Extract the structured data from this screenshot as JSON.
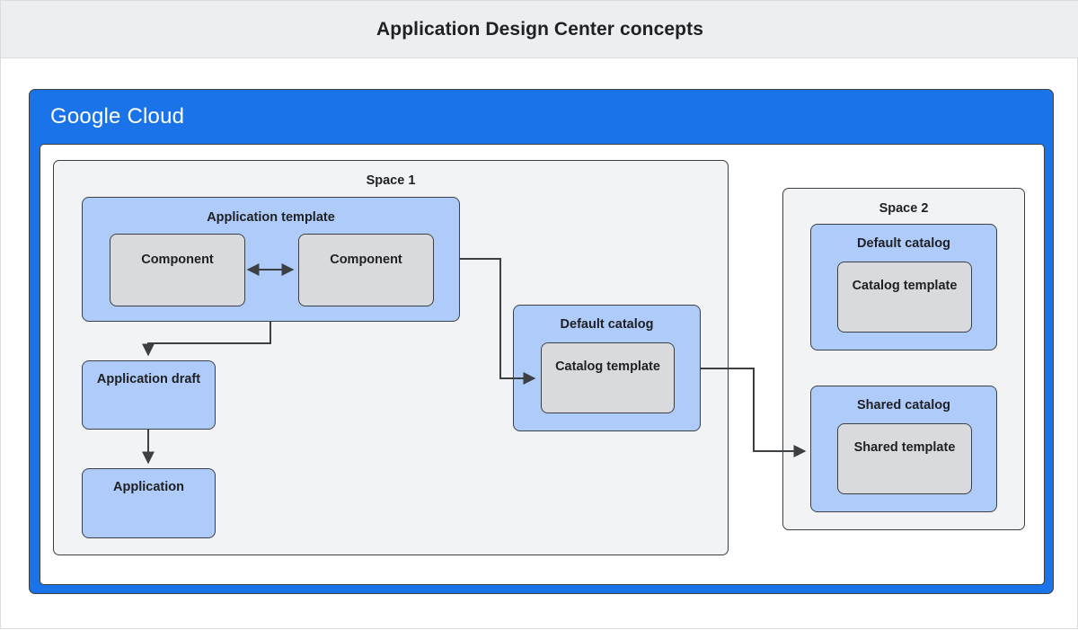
{
  "header": {
    "title": "Application Design Center concepts"
  },
  "cloud_frame": {
    "logo_bold": "Google",
    "logo_light": "Cloud"
  },
  "diagram": {
    "type": "architecture-diagram",
    "spaces": [
      {
        "id": "space-1",
        "label": "Space 1",
        "nodes": [
          {
            "id": "application-template",
            "label": "Application template",
            "style": "blue",
            "children": [
              {
                "id": "component-left",
                "label": "Component",
                "style": "gray"
              },
              {
                "id": "component-right",
                "label": "Component",
                "style": "gray"
              }
            ]
          },
          {
            "id": "application-draft",
            "label": "Application draft",
            "style": "blue"
          },
          {
            "id": "application",
            "label": "Application",
            "style": "blue"
          },
          {
            "id": "default-catalog-1",
            "label": "Default catalog",
            "style": "blue",
            "children": [
              {
                "id": "catalog-template-1",
                "label": "Catalog template",
                "style": "gray"
              }
            ]
          }
        ]
      },
      {
        "id": "space-2",
        "label": "Space 2",
        "nodes": [
          {
            "id": "default-catalog-2",
            "label": "Default catalog",
            "style": "blue",
            "children": [
              {
                "id": "catalog-template-2",
                "label": "Catalog template",
                "style": "gray"
              }
            ]
          },
          {
            "id": "shared-catalog",
            "label": "Shared catalog",
            "style": "blue",
            "children": [
              {
                "id": "shared-template",
                "label": "Shared template",
                "style": "gray"
              }
            ]
          }
        ]
      }
    ],
    "connectors": [
      {
        "from": "component-left",
        "to": "component-right",
        "arrow": "both"
      },
      {
        "from": "application-template",
        "to": "application-draft",
        "arrow": "end"
      },
      {
        "from": "application-draft",
        "to": "application",
        "arrow": "end"
      },
      {
        "from": "application-template",
        "to": "catalog-template-1",
        "arrow": "end"
      },
      {
        "from": "default-catalog-1",
        "to": "shared-catalog",
        "arrow": "end"
      }
    ]
  },
  "colors": {
    "title_bar": "#eceff1",
    "cloud_blue": "#1a73e8",
    "node_blue": "#aecbfa",
    "node_gray": "#d9dadd",
    "space_bg": "#f1f3f4",
    "stroke": "#3c4043",
    "text": "#202124"
  }
}
